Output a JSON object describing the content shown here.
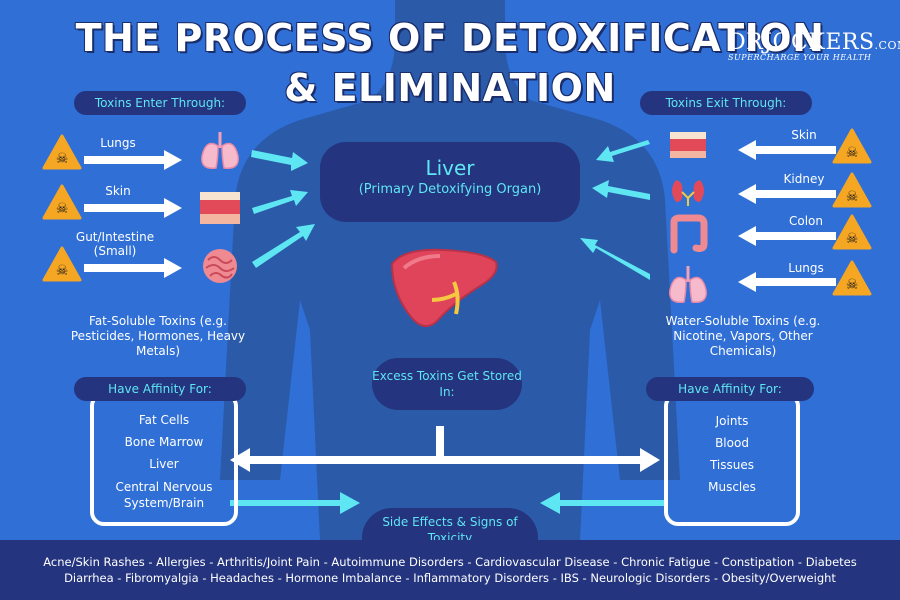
{
  "title": {
    "line1": "THE PROCESS OF DETOXIFICATION",
    "line2": "& ELIMINATION"
  },
  "logo": {
    "brand": "DRJOCKERS",
    "domain": ".COM",
    "tagline": "SUPERCHARGE YOUR HEALTH"
  },
  "left": {
    "header": "Toxins Enter Through:",
    "sources": [
      {
        "label": "Lungs",
        "icon": "lungs-icon"
      },
      {
        "label": "Skin",
        "icon": "skin-icon"
      },
      {
        "label": "Gut/Intestine (Small)",
        "icon": "intestine-icon"
      }
    ],
    "toxin_type": "Fat-Soluble Toxins (e.g. Pesticides, Hormones, Heavy Metals)",
    "affinity_header": "Have Affinity For:",
    "affinity_items": [
      "Fat Cells",
      "Bone Marrow",
      "Liver",
      "Central Nervous System/Brain"
    ]
  },
  "right": {
    "header": "Toxins Exit Through:",
    "exits": [
      {
        "label": "Skin",
        "icon": "skin-icon"
      },
      {
        "label": "Kidney",
        "icon": "kidney-icon"
      },
      {
        "label": "Colon",
        "icon": "colon-icon"
      },
      {
        "label": "Lungs",
        "icon": "lungs-icon"
      }
    ],
    "toxin_type": "Water-Soluble Toxins (e.g. Nicotine, Vapors, Other Chemicals)",
    "affinity_header": "Have Affinity For:",
    "affinity_items": [
      "Joints",
      "Blood",
      "Tissues",
      "Muscles"
    ]
  },
  "center": {
    "liver_title": "Liver",
    "liver_subtitle": "(Primary Detoxifying Organ)",
    "excess": "Excess Toxins Get Stored In:",
    "side_effects": "Side Effects & Signs of Toxicity"
  },
  "side_effects_list": {
    "line1": "Acne/Skin Rashes - Allergies - Arthritis/Joint Pain - Autoimmune Disorders - Cardiovascular Disease - Chronic Fatigue - Constipation - Diabetes",
    "line2": "Diarrhea - Fibromyalgia - Headaches - Hormone Imbalance - Inflammatory Disorders - IBS - Neurologic Disorders - Obesity/Overweight"
  },
  "colors": {
    "background": "#2f6fd6",
    "navy": "#24347e",
    "cyan": "#5fe6f3",
    "body_silhouette": "#2a5aa8",
    "warning": "#f5a623",
    "liver": "#e0445a"
  }
}
